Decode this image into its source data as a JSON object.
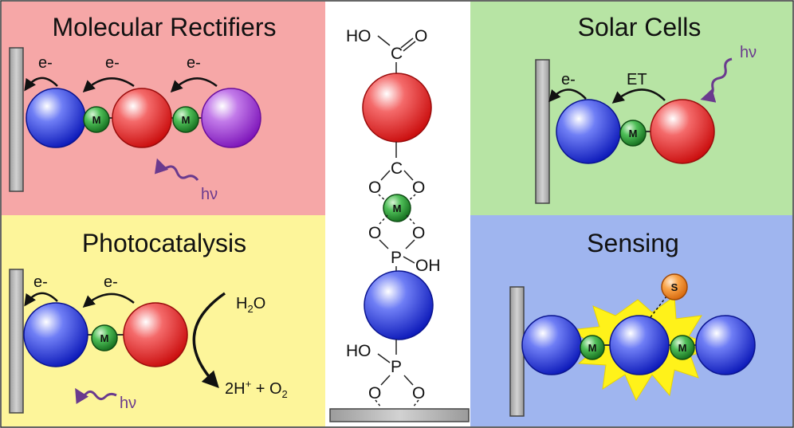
{
  "panels": {
    "rectifiers": {
      "title": "Molecular Rectifiers",
      "bg": "#f6a7a7"
    },
    "solar": {
      "title": "Solar Cells",
      "bg": "#b7e4a4"
    },
    "photocatalysis": {
      "title": "Photocatalysis",
      "bg": "#fdf59a"
    },
    "sensing": {
      "title": "Sensing",
      "bg": "#9fb5ef"
    }
  },
  "labels": {
    "electron": "e-",
    "energy_transfer": "ET",
    "light": "hν",
    "metal": "M",
    "substrate": "S",
    "water": "H",
    "water_sub": "2",
    "water_tail": "O",
    "products_lead": "2H",
    "products_sup": "+",
    "products_mid": " + O",
    "products_sub": "2"
  },
  "structure": {
    "ho_top": "HO",
    "c_top": "C",
    "o_top": "O",
    "c_mid": "C",
    "o_left_mid": "O",
    "o_right_mid": "O",
    "o_left_low": "O",
    "o_right_low": "O",
    "p_mid": "P",
    "oh_mid": "OH",
    "ho_bottom": "HO",
    "p_bottom": "P",
    "o_left_bottom": "O",
    "o_right_bottom": "O"
  },
  "colors": {
    "blue_sphere": "#1a2bd6",
    "red_sphere": "#e01616",
    "purple_sphere": "#9b27d6",
    "green_metal": "#1f8e2a",
    "orange_substrate": "#f07f17",
    "electrode_gray": "#bdbdbd",
    "light_purple": "#6a3a8e",
    "spark_yellow": "#fff21a"
  }
}
